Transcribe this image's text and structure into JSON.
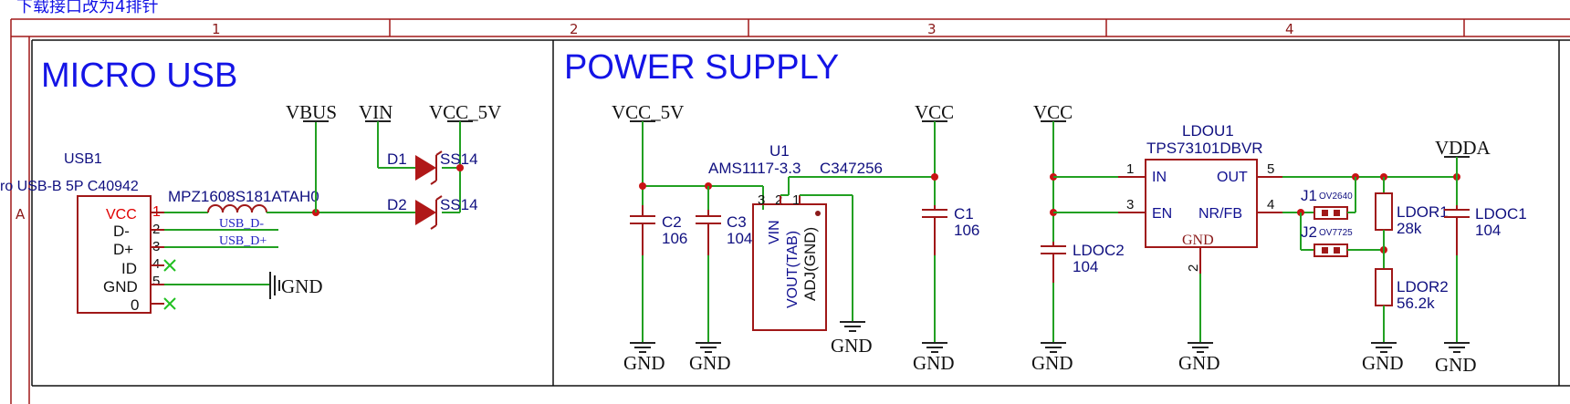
{
  "note": "下载接口改为4排针",
  "frame": {
    "col_numbers": [
      "1",
      "2",
      "3",
      "4"
    ],
    "row_letter": "A"
  },
  "sections": {
    "usb_title": "MICRO USB",
    "power_title": "POWER SUPPLY"
  },
  "usb": {
    "ref": "USB1",
    "desc": "ro USB-B 5P  C40942",
    "pins": [
      {
        "name": "VCC",
        "num": "1"
      },
      {
        "name": "D-",
        "num": "2"
      },
      {
        "name": "D+",
        "num": "3"
      },
      {
        "name": "ID",
        "num": "4"
      },
      {
        "name": "GND",
        "num": "5"
      },
      {
        "name": "0",
        "num": ""
      }
    ],
    "inductor": "MPZ1608S181ATAH0",
    "net_dm": "USB_D-",
    "net_dp": "USB_D+"
  },
  "nets": {
    "vbus": "VBUS",
    "vin": "VIN",
    "vcc5v": "VCC_5V",
    "vcc5v_2": "VCC_5V",
    "vcc_1": "VCC",
    "vcc_2": "VCC",
    "vdda": "VDDA",
    "gnd_usb": "GND",
    "gnd_c2": "GND",
    "gnd_c3": "GND",
    "gnd_u1": "GND",
    "gnd_c1": "GND",
    "gnd_ldoc2": "GND",
    "gnd_ldou1": "GND",
    "gnd_ldor2": "GND",
    "gnd_ldoc1": "GND"
  },
  "diodes": {
    "d1_ref": "D1",
    "d1_val": "SS14",
    "d2_ref": "D2",
    "d2_val": "SS14"
  },
  "u1": {
    "ref": "U1",
    "part": "AMS1117-3.3",
    "lcsc": "C347256",
    "pin_vin": "VIN",
    "pin_vout": "VOUT(TAB)",
    "pin_adj": "ADJ(GND)",
    "n3": "3",
    "n2": "2",
    "n1": "1"
  },
  "caps": {
    "c2_ref": "C2",
    "c2_val": "106",
    "c3_ref": "C3",
    "c3_val": "104",
    "c1_ref": "C1",
    "c1_val": "106",
    "ldoc2_ref": "LDOC2",
    "ldoc2_val": "104",
    "ldoc1_ref": "LDOC1",
    "ldoc1_val": "104"
  },
  "ldou1": {
    "ref": "LDOU1",
    "part": "TPS73101DBVR",
    "pin_in": "IN",
    "pin_en": "EN",
    "pin_out": "OUT",
    "pin_nrfb": "NR/FB",
    "pin_gnd": "GND",
    "n1": "1",
    "n3": "3",
    "n5": "5",
    "n4": "4",
    "n2": "2"
  },
  "jumpers": {
    "j1_ref": "J1",
    "j1_val": "OV2640",
    "j2_ref": "J2",
    "j2_val": "OV7725"
  },
  "resistors": {
    "r1_ref": "LDOR1",
    "r1_val": "28k",
    "r2_ref": "LDOR2",
    "r2_val": "56.2k"
  }
}
